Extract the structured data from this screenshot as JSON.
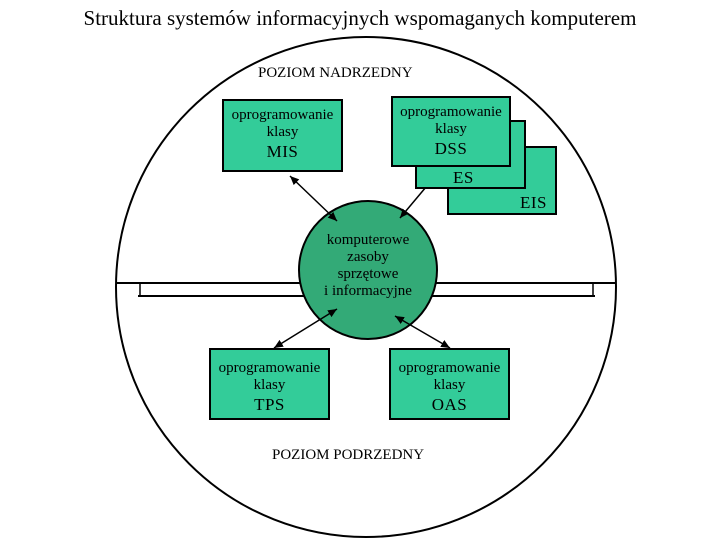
{
  "title": "Struktura systemów informacyjnych wspomaganych komputerem",
  "levels": {
    "upper": "POZIOM NADRZEDNY",
    "lower": "POZIOM PODRZEDNY"
  },
  "center": {
    "line1": "komputerowe",
    "line2": "zasoby",
    "line3": "sprzętowe",
    "line4": "i informacyjne"
  },
  "boxes": {
    "mis": {
      "line1": "oprogramowanie",
      "line2": "klasy",
      "name": "MIS"
    },
    "dss": {
      "line1": "oprogramowanie",
      "line2": "klasy",
      "name": "DSS"
    },
    "es": {
      "name": "ES"
    },
    "eis": {
      "name": "EIS"
    },
    "tps": {
      "line1": "oprogramowanie",
      "line2": "klasy",
      "name": "TPS"
    },
    "oas": {
      "line1": "oprogramowanie",
      "line2": "klasy",
      "name": "OAS"
    }
  },
  "colors": {
    "box_fill": "#33cc99",
    "center_fill": "#33aa77",
    "stroke": "#000000"
  }
}
